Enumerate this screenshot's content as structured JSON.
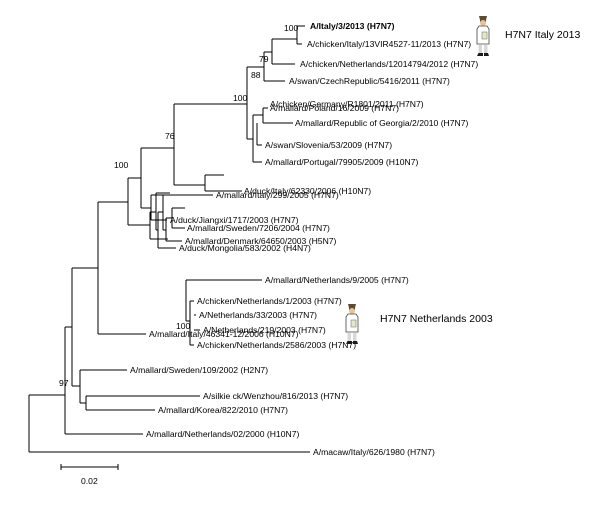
{
  "tree": {
    "taxa": [
      {
        "label": "A/Italy/3/2013 (H7N7)",
        "bold": true
      },
      {
        "label": "A/chicken/Italy/13VIR4527-11/2013 (H7N7)"
      },
      {
        "label": "A/chicken/Netherlands/12014794/2012 (H7N7)"
      },
      {
        "label": "A/swan/CzechRepublic/5416/2011 (H7N7)"
      },
      {
        "label": "A/chicken/Germany/R1801/2011 (H7N7)"
      },
      {
        "label": "A/mallard/Poland/16/2009 (H7N7)"
      },
      {
        "label": "A/mallard/Republic of Georgia/2/2010 (H7N7)"
      },
      {
        "label": "A/swan/Slovenia/53/2009 (H7N7)"
      },
      {
        "label": "A/mallard/Portugal/79905/2009 (H10N7)"
      },
      {
        "label": "A/duck/Italy/62330/2006 (H10N7)"
      },
      {
        "label": "A/mallard/Italy/299/2005 (H7N7)"
      },
      {
        "label": "A/duck/Jiangxi/1717/2003 (H7N7)"
      },
      {
        "label": "A/mallard/Sweden/7206/2004 (H7N7)"
      },
      {
        "label": "A/mallard/Denmark/64650/2003 (H5N7)"
      },
      {
        "label": "A/duck/Mongolia/583/2002 (H4N7)"
      },
      {
        "label": "A/mallard/Netherlands/9/2005 (H7N7)"
      },
      {
        "label": "A/chicken/Netherlands/1/2003 (H7N7)"
      },
      {
        "label": "A/Netherlands/33/2003 (H7N7)"
      },
      {
        "label": "A/Netherlands/219/2003 (H7N7)"
      },
      {
        "label": "A/chicken/Netherlands/2586/2003 (H7N7)"
      },
      {
        "label": "A/silkie ck/Wenzhou/816/2013 (H7N7)"
      },
      {
        "label": "A/mallard/Korea/822/2010 (H7N7)"
      },
      {
        "label": "A/mallard/Sweden/109/2002 (H2N7)"
      },
      {
        "label": "A/mallard/Netherlands/02/2000 (H10N7)"
      },
      {
        "label": "A/mallard/Italy/46341-12/2006 (H10N7)"
      },
      {
        "label": "A/macaw/Italy/626/1980 (H7N7)"
      }
    ],
    "bootstrap": [
      "100",
      "79",
      "88",
      "100",
      "76",
      "100",
      "100",
      "97"
    ],
    "outbreaks": [
      {
        "label": "H7N7 Italy 2013",
        "icon": "person-icon"
      },
      {
        "label": "H7N7 Netherlands 2003",
        "icon": "person-icon"
      }
    ],
    "scale_bar": {
      "label": "0.02"
    }
  }
}
